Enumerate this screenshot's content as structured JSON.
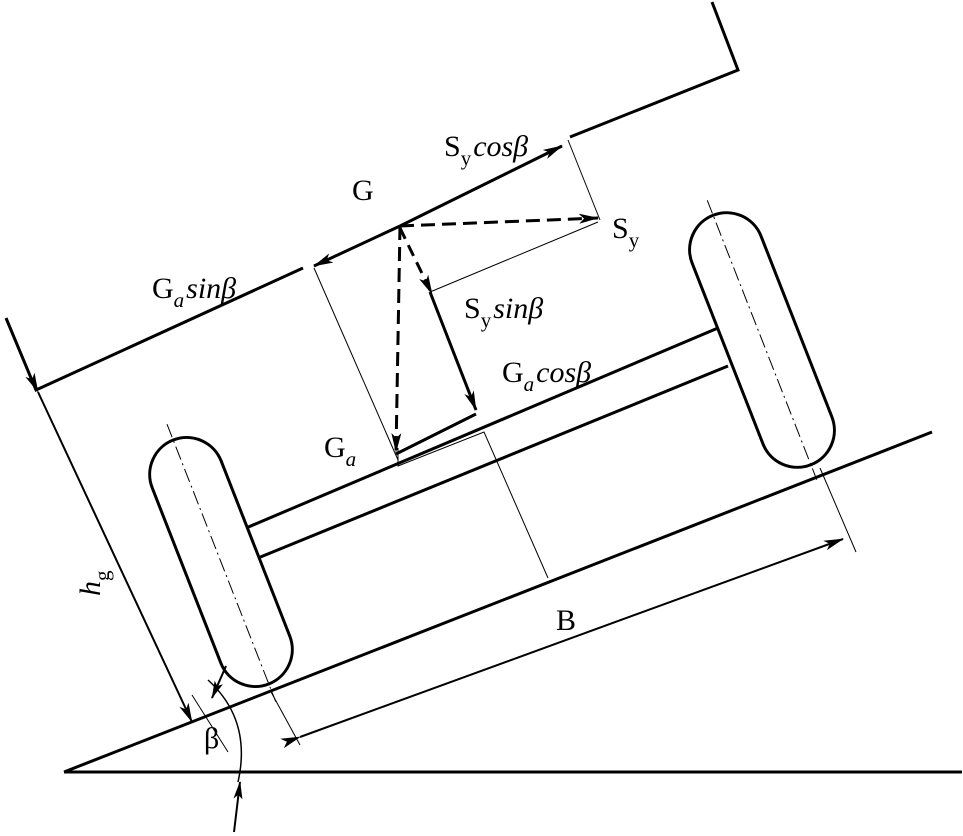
{
  "diagram": {
    "labels": {
      "G": "G",
      "Ga": {
        "main": "G",
        "sub": "a"
      },
      "Sy": {
        "main": "S",
        "sub": "y"
      },
      "Ga_sin": {
        "main": "G",
        "sub": "a",
        "expr": "sinβ"
      },
      "Sy_cos": {
        "main": "S",
        "sub": "y",
        "expr": "cosβ"
      },
      "Sy_sin": {
        "main": "S",
        "sub": "y",
        "expr": "sinβ"
      },
      "Ga_cos": {
        "main": "G",
        "sub": "a",
        "expr": "cosβ"
      },
      "hg": {
        "main": "h",
        "sub": "g"
      },
      "B": "B",
      "beta": "β"
    },
    "colors": {
      "ink": "#000000",
      "background": "#ffffff"
    }
  }
}
